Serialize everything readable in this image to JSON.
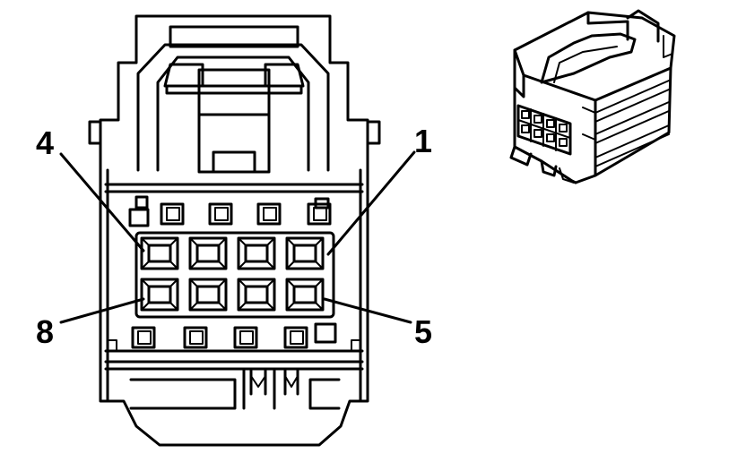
{
  "diagram": {
    "pin_labels": {
      "pin1": "1",
      "pin4": "4",
      "pin5": "5",
      "pin8": "8"
    }
  }
}
